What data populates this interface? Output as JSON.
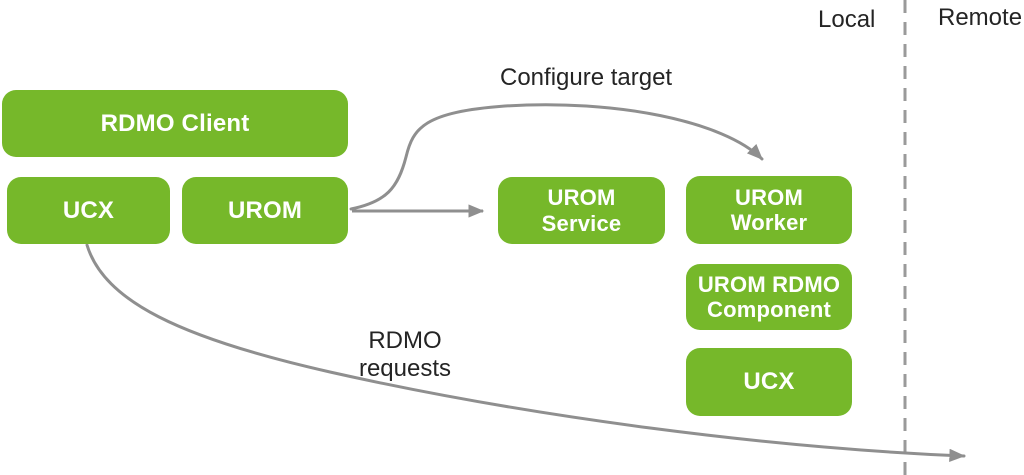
{
  "diagram": {
    "region_labels": {
      "local": "Local",
      "remote": "Remote"
    },
    "annotations": {
      "configure_target": "Configure target",
      "rdmo_requests": "RDMO\nrequests"
    },
    "boxes": [
      {
        "id": "rdmo-client",
        "label": "RDMO Client"
      },
      {
        "id": "ucx-local",
        "label": "UCX"
      },
      {
        "id": "urom",
        "label": "UROM"
      },
      {
        "id": "urom-service",
        "label": "UROM\nService"
      },
      {
        "id": "urom-worker",
        "label": "UROM\nWorker"
      },
      {
        "id": "urom-rdmo-component",
        "label": "UROM RDMO\nComponent"
      },
      {
        "id": "ucx-remote",
        "label": "UCX"
      }
    ],
    "colors": {
      "box_green": "#76B82A",
      "box_text": "#FFFFFF",
      "arrow_gray": "#8F8F8F",
      "divider_gray": "#9A9A9A",
      "label_text": "#242424"
    }
  }
}
